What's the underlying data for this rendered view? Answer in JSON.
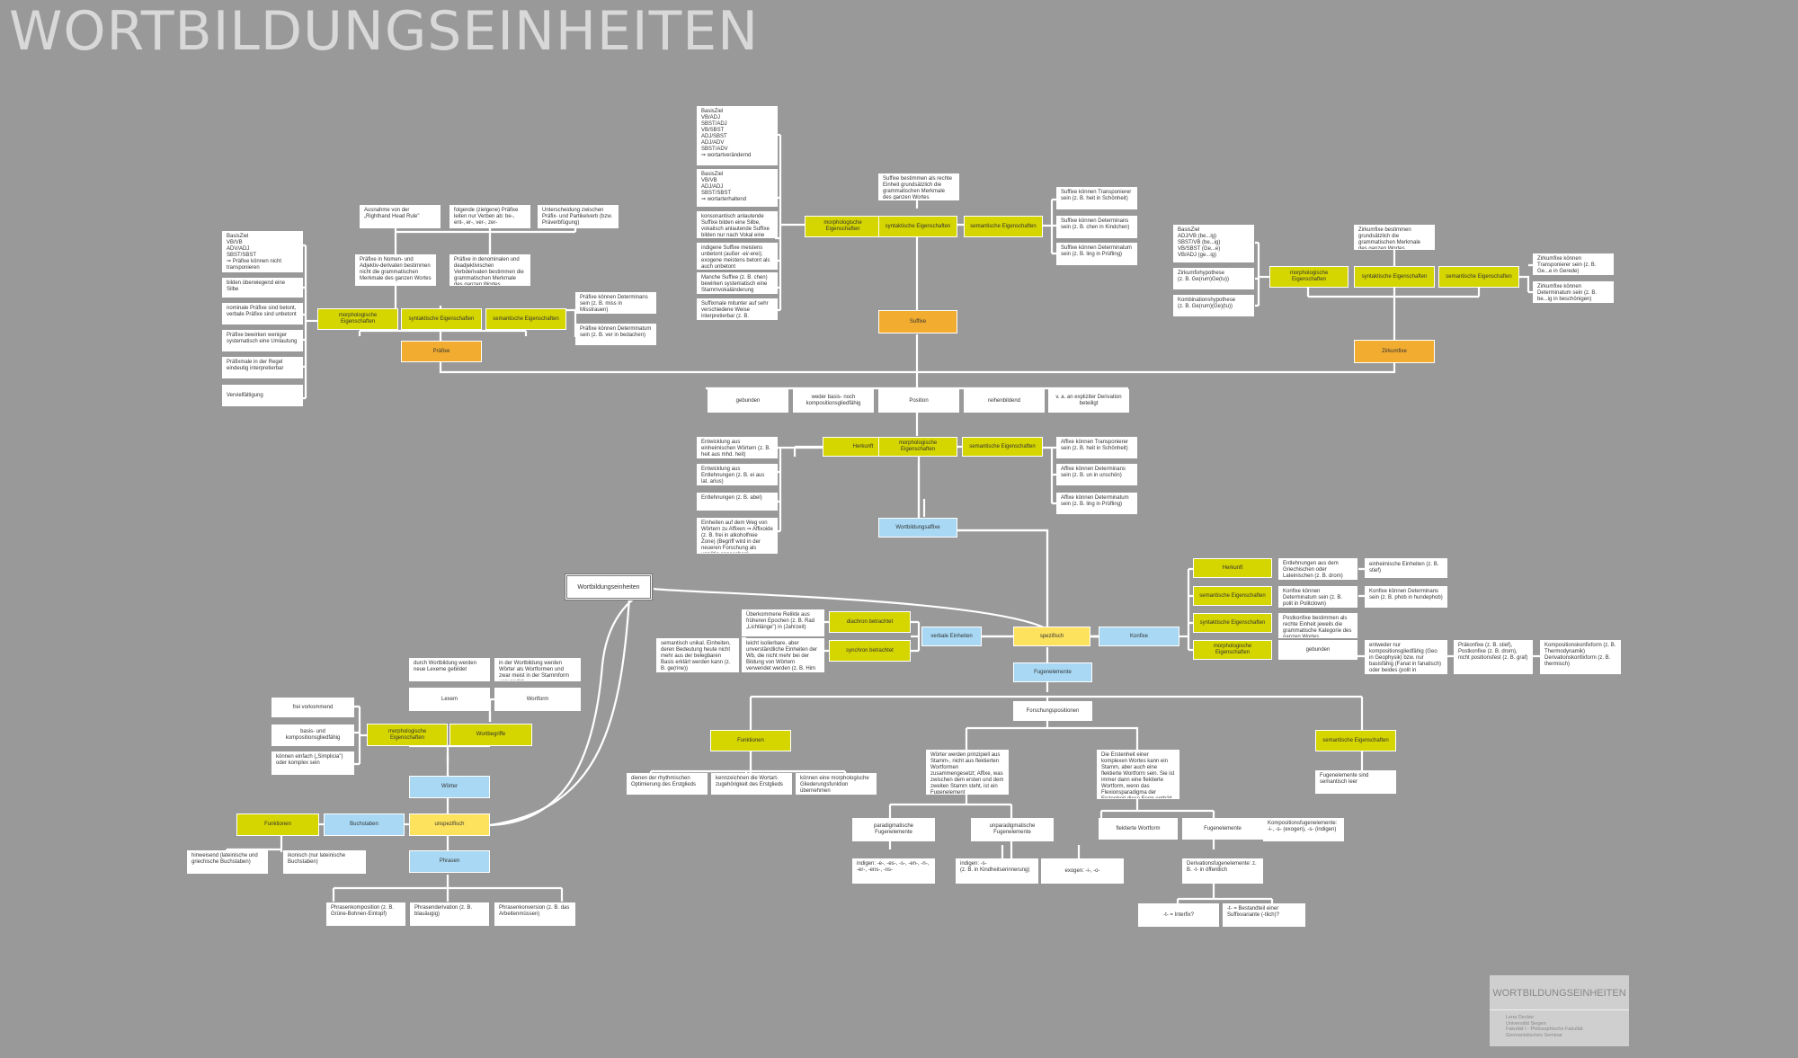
{
  "title": "WORTBILDUNGSEINHEITEN",
  "legend": {
    "title": "WORTBILDUNGSEINHEITEN",
    "meta": "Lena Decker\nUniversität Siegen\nFakultät I - Philosophische Fakultät\nGermanistisches Seminar"
  },
  "nodes": {
    "root": "Wortbildungseinheiten",
    "unspezifisch": "unspezifisch",
    "spezifisch": "spezifisch",
    "verbale": "verbale Einheiten",
    "konfixe": "Konfixe",
    "fugen": "Fugenelemente",
    "wortbildungsaffixe": "Wortbildungsaffixe",
    "woerter": "Wörter",
    "buchstaben": "Buchstaben",
    "funktionen_l": "Funktionen",
    "phrasen": "Phrasen",
    "praefixe": "Präfixe",
    "suffixe": "Suffixe",
    "zirkumfixe": "Zirkumfixe",
    "herkunft": "Herkunft",
    "morph_eig": "morphologische Eigenschaften",
    "synt_eig": "syntaktische Eigenschaften",
    "sem_eig": "semantische Eigenschaften",
    "diachron": "diachron betrachtet",
    "synchron": "synchron betrachtet",
    "wortbegriffe": "Wortbegriffe",
    "lexem": "Lexem",
    "wortform": "Wortform",
    "funktionen_f": "Funktionen",
    "forschungspositionen": "Forschungspositionen",
    "paradigmatische": "paradigmatische Fugenelemente",
    "unparadigmatische": "unparadigmatische Fugenelemente",
    "flektierte": "flektierte Wortform",
    "fugenelemente2": "Fugenelemente",
    "gebunden": "gebunden",
    "weder_basis": "weder basis- noch kompositionsgliedfähig",
    "position": "Position",
    "reihenbildend": "reihenbildend",
    "derivation": "v. a. an expliziter Derivation beteiligt",
    "sem_eig_fugen": "semantische Eigenschaften",
    "gebunden2": "gebunden"
  },
  "notes": {
    "praef_basis": "BasisZiel\nVB/VB\nADV/ADJ\nSBST/SBST\n⇒ Präfixe können nicht transponieren",
    "praef_silbe": "bilden überwiegend eine Silbe",
    "praef_nominal": "nominale Präfixe sind betont, verbale Präfixe sind unbetont",
    "praef_weniger": "Präfixe bewirken weniger systematisch eine Umlautung",
    "praef_eindeutig": "Präfixmale in der Regel eindeutig interpretierbar",
    "praef_verviel": "Vervielfältigung",
    "praef_rhh": "Ausnahme von der „Righthand Head Rule\"",
    "praef_folgende": "folgende (zielgene) Präfixe leiten nur Verben ab: be-, ent-, er-, ver-, zer-",
    "praef_unterscheidung": "Unterscheidung zwischen Präfix- und Partikelverb (bzw. Präverbfügung)",
    "praef_nomen": "Präfixe in Nomen- und Adjektiv-derivaten bestimmen nicht die grammatischen Merkmale des ganzen Wortes",
    "praef_denom": "Präfixe in denominalen und deadjektivischen Verbderivaten bestimmen die grammatischen Merkmale des ganzen Wortes",
    "praef_det1": "Präfixe können Determinans sein (z. B. miss in Misstrauen)",
    "praef_det2": "Präfixe können Determinatum sein (z. B. ver in bedachen)",
    "suff_basis1": "BasisZiel\nVB/ADJ\nSBST/ADJ\nVB/SBST\nADJ/SBST\nADJ/ADV\nSBST/ADV\n⇒ wortartverändernd",
    "suff_basis2": "BasisZiel\nVB/VB\nADJ/ADJ\nSBST/SBST\n⇒ wortarterhaltend",
    "suff_konsonant": "konsonantisch anlautende Suffixe bilden eine Silbe, vokalisch anlautende Suffixe bilden nur nach Vokal eine Silbe für sich",
    "suff_indigen": "indigene Suffixe meistens unbetont (außer -ei/-erei); exogene meistens betont als auch unbetont",
    "suff_manche": "Manche Suffixe (z. B. chen) bewirken systematisch eine Stammvokaländerung",
    "suff_suffixmale": "Suffixmale mitunter auf sehr verschiedene Weise interpretierbar (z. B. Republikaner)",
    "suff_bestimmen": "Suffixe bestimmen als rechte Einheit grundsätzlich die grammatischen Merkmale des ganzen Wortes",
    "suff_trans": "Suffixe können Transponierer sein (z. B. heit in Schönheit)",
    "suff_det1": "Suffixe können Determinans sein (z. B. chen in Kindchen)",
    "suff_det2": "Suffixe können Determinatum sein (z. B. ling in Prüfling)",
    "zirk_basis": "BasisZiel\nADJ/VB (be...ig)\nSBST/VB (be...ig)\nVB/SBST (Ge...e)\nVB/ADJ (ge...ig)",
    "zirk_hyp": "Zirkumfixhypothese\n(z. B. Ge(rum)Ge(tu))",
    "zirk_kombi": "Kombinationshypothese\n(z. B. Ge(rum)(Ge)(tu))",
    "zirk_bestimmen": "Zirkumfixe bestimmen grundsätzlich die grammatischen Merkmale des ganzen Wortes",
    "zirk_trans": "Zirkumfixe können Transponierer sein (z. B. Ge...e in Gerede)",
    "zirk_det": "Zirkumfixe können Determinatum sein (z. B. be...ig in beschönigen)",
    "aff_entlehn1": "Entwicklung aus einheimischen Wörtern (z. B. heit aus mhd. heit)",
    "aff_entlehn2": "Entwicklung aus Entlehnungen (z. B. ei aus lat. arius)",
    "aff_entlehn3": "Entlehnungen (z. B. abel)",
    "aff_einheiten": "Einheiten auf dem Weg von Wörtern zu Affixen ⇒ Affixoide (z. B. frei in alkoholfreie Zone) (Begriff wird in der neueren Forschung als unnötig angesehen)",
    "aff_trans": "Affixe können Transponierer sein (z. B. heit in Schönheit)",
    "aff_det1": "Affixe können Determinans sein (z. B. un in unschön)",
    "aff_det2": "Affixe können Determinatum sein (z. B. ling in Prüfling)",
    "verb_ueberkommen": "Überkommene Relikte aus früheren Epochen (z. B. Rad „Lichtlänge\") in (Jahrzeit)",
    "verb_nicht": "leicht isolierbare, aber unverständliche Einheiten der Wb, die nicht mehr bei der Bildung von Wörtern verwendet werden (z. B. Him in Himbeere)",
    "verb_semantisch": "semantisch unikal. Einheiten, deren Bedeutung heute nicht mehr aus der belegbaren Basis erklärt werden kann (z. B. ge(rine))",
    "konf_entlehn": "Entlehnungen aus dem Griechischen oder Lateinischen (z. B. drom)",
    "konf_einheimisch": "einheimische Einheiten (z. B. stief)",
    "konf_det": "Konfixe können Determinatum sein (z. B. polit in Politclown)",
    "konf_det2": "Konfixe können Determinans sein (z. B. phob in hundephob)",
    "konf_postkonfix": "Postkonfixe bestimmen als rechte Einheit jeweils die grammatische Kategorie des ganzen Wortes",
    "konf_entweder": "entweder nur kompositionsgliedfähig (Geo in Geophysik) bzw. nur basisfähig (Fanat in fanatisch) oder beides (polit in Politlandschaft, Politik)",
    "konf_praekonfix": "Präkonfixe (z. B. stief), Postkonfixe (z. B. drom), nicht positionsfest (z. B. graf)",
    "konf_kompositions": "Kompositionskonfixform (z. B. Thermodynamik) Derivationskonfixform (z. B. thermisch)",
    "wort_frei": "frei vorkommend",
    "wort_basis": "basis- und kompositionsgliedfähig",
    "wort_einfach": "können einfach („Simplicia\") oder komplex sein",
    "wort_durch": "durch Wortbildung werden neue Lexeme gebildet",
    "wort_inder": "in der Wortbildung werden Wörter als Wortformen und zwar meist in der Stammform verwendet",
    "buch_hinweisend": "hinweisend (lateinische und griechische Buchstaben)",
    "buch_ikonisch": "ikonisch (nur lateinische Buchstaben)",
    "phr_komposition": "Phrasenkomposition (z. B. Grüne-Bohnen-Eintopf)",
    "phr_derivation": "Phrasenderivation (z. B. blauäugig)",
    "phr_konversion": "Phrasenkonversion (z. B. das Arbeitenmüssen)",
    "fug_rhythmisch": "dienen der rhythmischen Optimierung des Erstglieds",
    "fug_kennzeichnen": "kennzeichnen die Wortart-zugehörigkeit des Erstglieds",
    "fug_morphologische": "können eine morphologische Gliederungsfunktion übernehmen",
    "fug_woerter": "Wörter werden prinzipiell aus Stamm-, nicht aus flektierten Wortformen zusammengesetzt; Affixe, was zwischen dem ersten und dem zweiten Stamm steht, ist ein Fugenelement",
    "fug_erstgl": "Die Erstenheit einer komplexen Wortes kann ein Stamm, aber auch eine flektierte Wortform sein. Sie ist immer dann eine flektierte Wortform, wenn das Flexionsparadigma der Erstenheit diese Form enthält",
    "fug_indigen1": "indigen: -e-, -es-, -s-, -en-, -n-, -er-, -ens-, -ns-",
    "fug_indigen2": "indigen: -s-\n(z. B. in Kindheitserinnerung)",
    "fug_exogen": "exogen: -i-, -o-",
    "fug_komposition": "Kompositionsfugenelemente: -i-, -s- (exogen), -s- (indigen)",
    "fug_derivation": "Derivationsfugenelemente: z. B. -t- in öffentlich",
    "fug_interfix": "-t- = Interfix?",
    "fug_bestandteil": "-t- = Bestandteil einer Suffixvariante (-tlich)?",
    "fug_semantisch": "Fugenelemente sind semantisch leer"
  }
}
